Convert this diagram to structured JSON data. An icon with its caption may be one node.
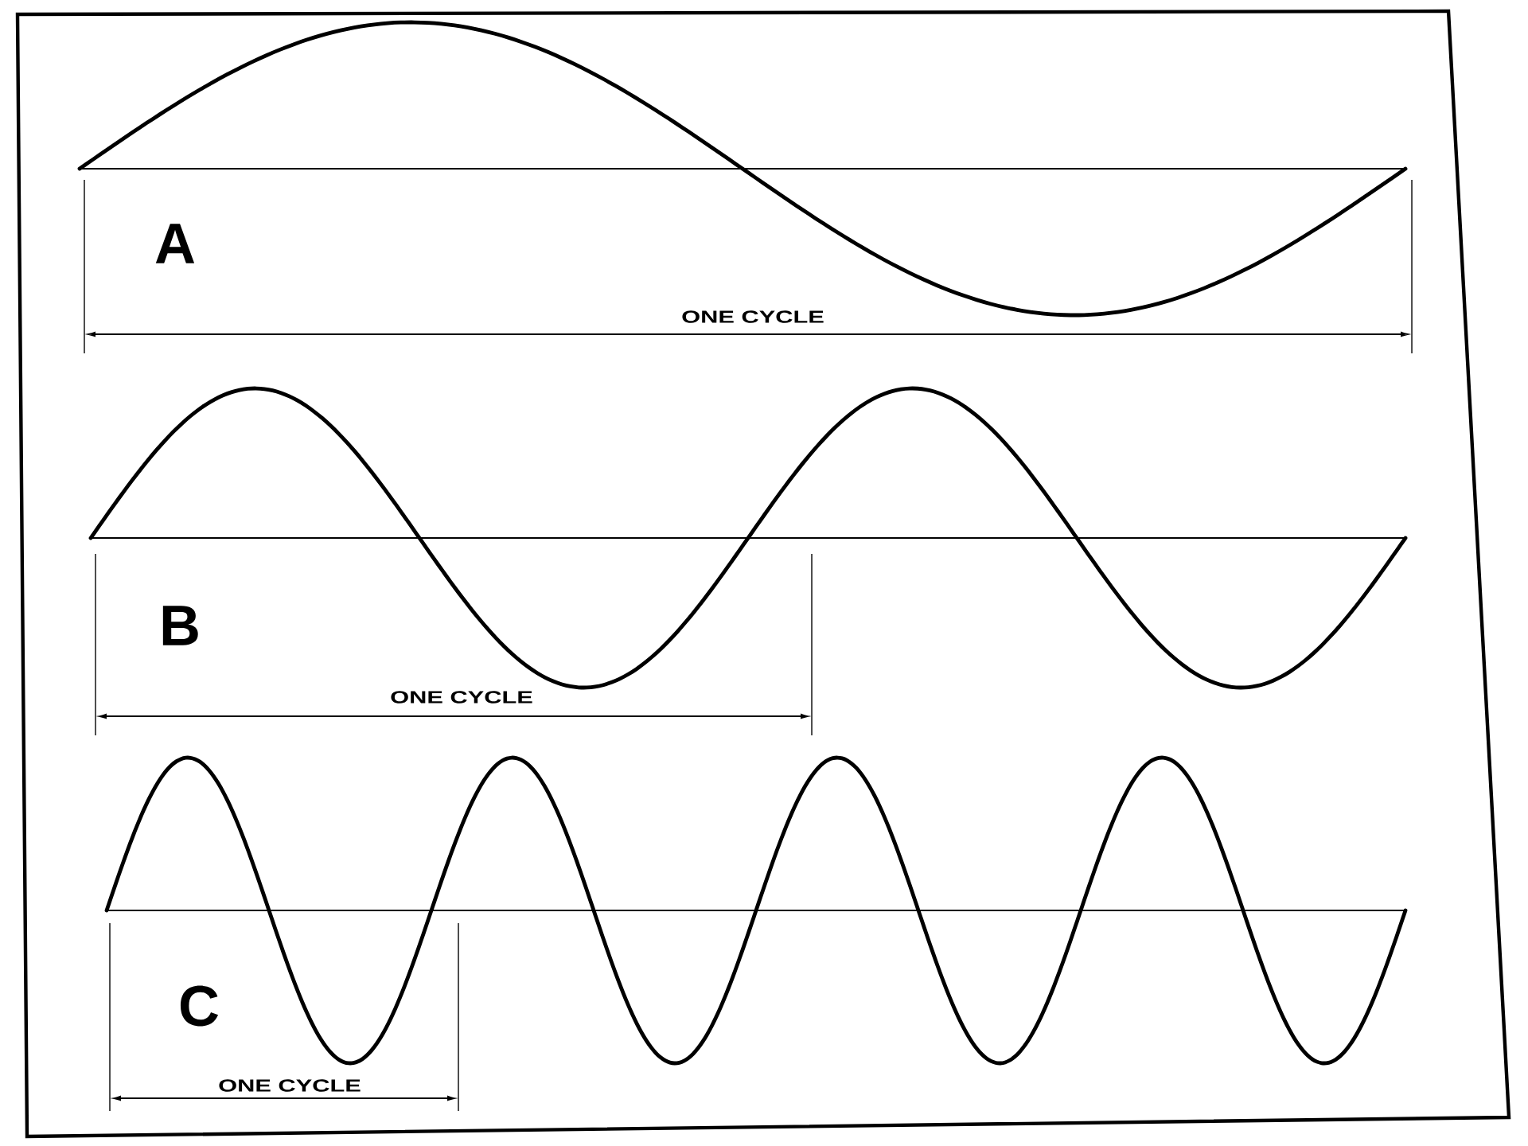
{
  "diagram": {
    "labels": [
      "A",
      "ONE CYCLE",
      "B",
      "ONE CYCLE",
      "C",
      "ONE CYCLE"
    ]
  }
}
